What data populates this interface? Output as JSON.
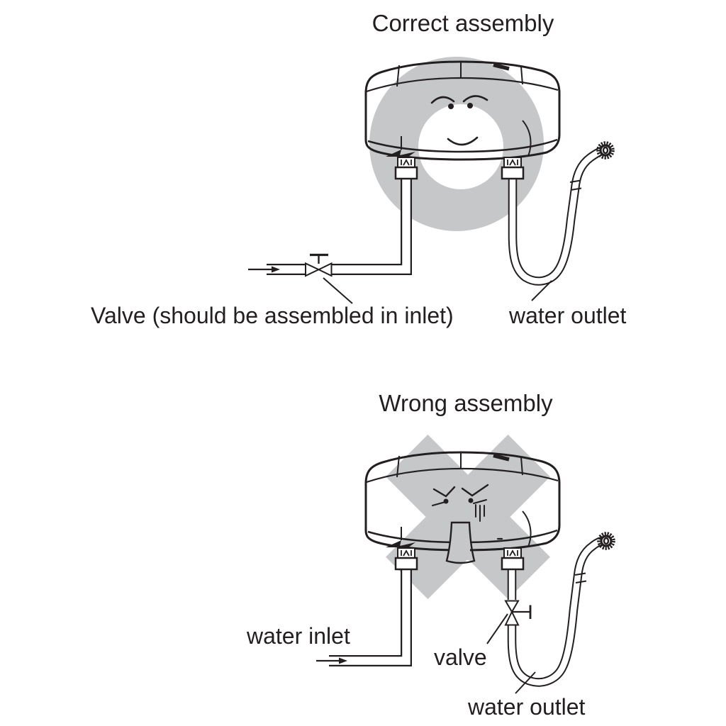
{
  "colors": {
    "line": "#231f20",
    "highlight_gray": "#c6c7c9",
    "background": "#ffffff"
  },
  "correct": {
    "title": "Correct assembly",
    "valve_label": "Valve (should be assembled in inlet)",
    "water_outlet_label": "water outlet",
    "mood": "happy",
    "highlight_shape": "circle-ring"
  },
  "wrong": {
    "title": "Wrong assembly",
    "water_inlet_label": "water inlet",
    "valve_label": "valve",
    "water_outlet_label": "water outlet",
    "mood": "unhappy",
    "highlight_shape": "x-cross"
  }
}
